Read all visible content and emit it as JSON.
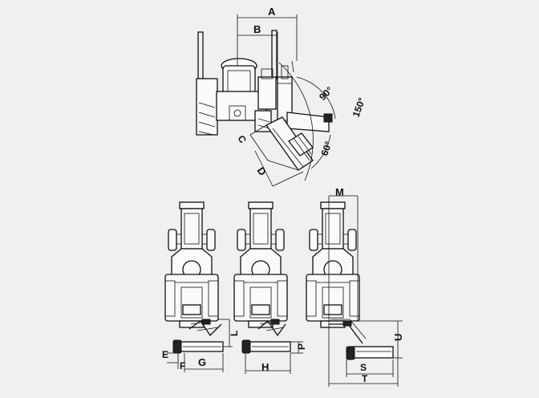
{
  "colors": {
    "background": "#f0f0f0",
    "ink": "#111111",
    "fill": "#fafafa"
  },
  "top_view": {
    "labels": {
      "a": "A",
      "b": "B",
      "c": "C",
      "d": "D"
    },
    "angles": {
      "a90": "90°",
      "a150": "150°",
      "a60": "60°"
    }
  },
  "side_views": {
    "left": {
      "e": "E",
      "f": "F",
      "g": "G",
      "l": "L"
    },
    "middle": {
      "h": "H",
      "p": "P"
    },
    "right": {
      "m": "M",
      "s": "S",
      "t": "T",
      "u": "U"
    }
  }
}
